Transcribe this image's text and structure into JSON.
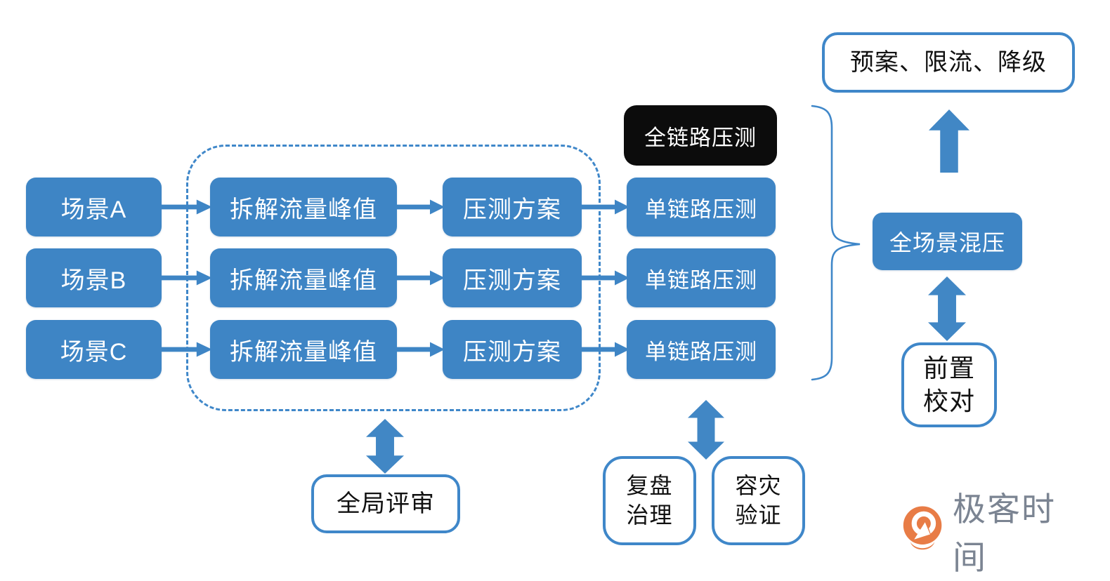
{
  "colors": {
    "node_blue": "#3e85c5",
    "line_blue": "#3f87c9",
    "node_black": "#0c0c0c",
    "text_white": "#ffffff",
    "text_black": "#111111",
    "logo_orange": "#e87c46",
    "logo_gray": "#7b8492"
  },
  "scenarios": [
    {
      "label": "场景A"
    },
    {
      "label": "场景B"
    },
    {
      "label": "场景C"
    }
  ],
  "pipeline": {
    "decompose_label": "拆解流量峰值",
    "plan_label": "压测方案",
    "single_link_label": "单链路压测"
  },
  "nodes": {
    "full_link": "全链路压测",
    "mixed_pressure": "全场景混压",
    "plan_limit_degrade": "预案、限流、降级",
    "pre_check": "前置\n校对",
    "global_review": "全局评审",
    "review_governance": "复盘\n治理",
    "disaster_validation": "容灾\n验证"
  },
  "logo": {
    "text": "极客时间",
    "icon": "geektime-logo-icon"
  }
}
